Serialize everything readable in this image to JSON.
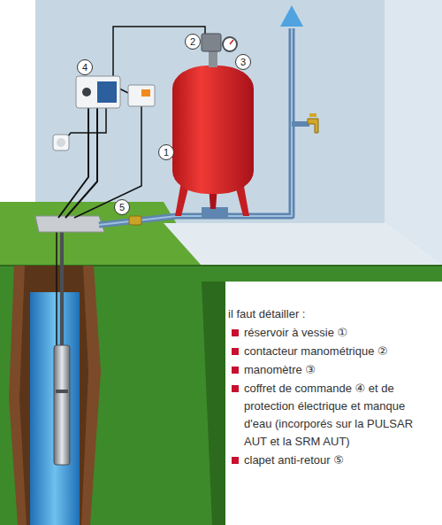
{
  "diagram": {
    "labels": [
      "1",
      "2",
      "3",
      "4",
      "5",
      "il faut détailler :",
      "réservoir à vessie ①",
      "contacteur manométrique ②",
      "manomètre ③",
      "coffret de commande ④ et de protection électrique et manque d'eau (incorporés sur la PULSAR AUT et la SRM AUT)",
      "clapet anti-retour ⑤"
    ]
  }
}
